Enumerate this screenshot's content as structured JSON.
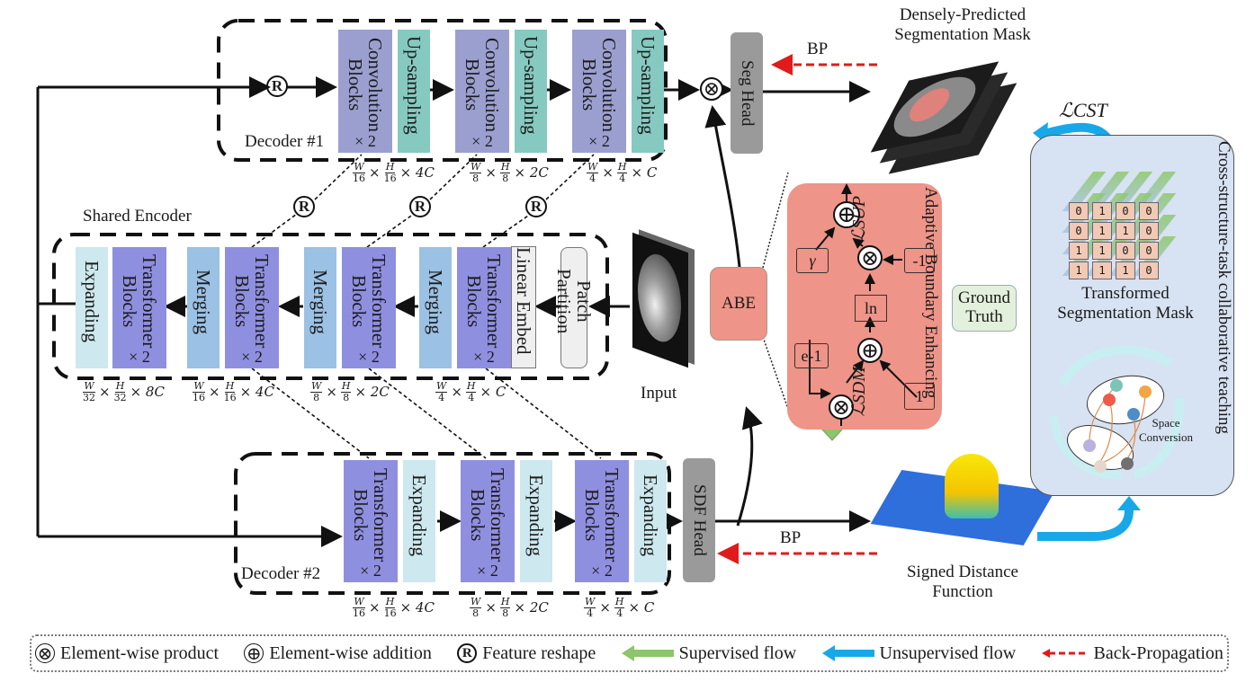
{
  "decoder1": {
    "title": "Decoder #1",
    "stages": [
      {
        "conv_label": "Convolution Blocks",
        "repeat": "× 2",
        "up_label": "Up-sampling",
        "dim": {
          "w": "W",
          "wden": "16",
          "h": "H",
          "hden": "16",
          "ch": "× 4C"
        }
      },
      {
        "conv_label": "Convolution Blocks",
        "repeat": "× 2",
        "up_label": "Up-sampling",
        "dim": {
          "w": "W",
          "wden": "8",
          "h": "H",
          "hden": "8",
          "ch": "× 2C"
        }
      },
      {
        "conv_label": "Convolution Blocks",
        "repeat": "× 2",
        "up_label": "Up-sampling",
        "dim": {
          "w": "W",
          "wden": "4",
          "h": "H",
          "hden": "4",
          "ch": "× C"
        }
      }
    ],
    "head": "Seg Head",
    "bp": "BP"
  },
  "encoder": {
    "title": "Shared Encoder",
    "expanding": "Expanding",
    "stages": [
      {
        "tb_label": "Transformer Blocks",
        "repeat": "× 2",
        "dim": {
          "w": "W",
          "wden": "32",
          "h": "H",
          "hden": "32",
          "ch": "× 8C"
        }
      },
      {
        "merge_label": "Merging",
        "tb_label": "Transformer Blocks",
        "repeat": "× 2",
        "dim": {
          "w": "W",
          "wden": "16",
          "h": "H",
          "hden": "16",
          "ch": "× 4C"
        }
      },
      {
        "merge_label": "Merging",
        "tb_label": "Transformer Blocks",
        "repeat": "× 2",
        "dim": {
          "w": "W",
          "wden": "8",
          "h": "H",
          "hden": "8",
          "ch": "× 2C"
        }
      },
      {
        "merge_label": "Merging",
        "tb_label": "Transformer Blocks",
        "repeat": "× 2",
        "dim": {
          "w": "W",
          "wden": "4",
          "h": "H",
          "hden": "4",
          "ch": "× C"
        }
      }
    ],
    "linear_embed": "Linear Embed",
    "patch_partition": "Patch Partition",
    "input_label": "Input"
  },
  "decoder2": {
    "title": "Decoder #2",
    "stages": [
      {
        "tb_label": "Transformer Blocks",
        "repeat": "× 2",
        "exp_label": "Expanding",
        "dim": {
          "w": "W",
          "wden": "16",
          "h": "H",
          "hden": "16",
          "ch": "× 4C"
        }
      },
      {
        "tb_label": "Transformer Blocks",
        "repeat": "× 2",
        "exp_label": "Expanding",
        "dim": {
          "w": "W",
          "wden": "8",
          "h": "H",
          "hden": "8",
          "ch": "× 2C"
        }
      },
      {
        "tb_label": "Transformer Blocks",
        "repeat": "× 2",
        "exp_label": "Expanding",
        "dim": {
          "w": "W",
          "wden": "4",
          "h": "H",
          "hden": "4",
          "ch": "× C"
        }
      }
    ],
    "head": "SDF Head",
    "bp": "BP"
  },
  "reshape_symbol": "R",
  "abe": {
    "label": "ABE",
    "detail_title": "Adaptive Boundary Enhancing",
    "gamma": "γ",
    "neg_one": "-1",
    "ln": "ln",
    "e_minus_one": "e-1",
    "one": "1"
  },
  "outputs": {
    "seg_mask_title": "Densely-Predicted Segmentation Mask",
    "sdf_title": "Signed Distance Function",
    "ground_truth": "Ground Truth",
    "loss_cst": "ℒCST",
    "loss_sup": "ℒSUP",
    "loss_sdm": "ℒSDM"
  },
  "cst_panel": {
    "title": "Cross-structure-task collaborative teaching",
    "mask_label": "Transformed Segmentation Mask",
    "space_conversion": "Space Conversion",
    "mask_grid": [
      [
        "0",
        "1",
        "0",
        "0"
      ],
      [
        "0",
        "1",
        "1",
        "0"
      ],
      [
        "1",
        "1",
        "0",
        "0"
      ],
      [
        "1",
        "1",
        "1",
        "0"
      ]
    ]
  },
  "legend": {
    "product": "Element-wise product",
    "addition": "Element-wise addition",
    "reshape": "Feature reshape",
    "supervised": "Supervised flow",
    "unsupervised": "Unsupervised flow",
    "backprop": "Back-Propagation"
  },
  "colors": {
    "supervised": "#8cc56b",
    "unsupervised": "#18a8e8",
    "backprop": "#e01b1b",
    "abe": "#ee9488",
    "cst_panel": "#d7e2f2"
  }
}
